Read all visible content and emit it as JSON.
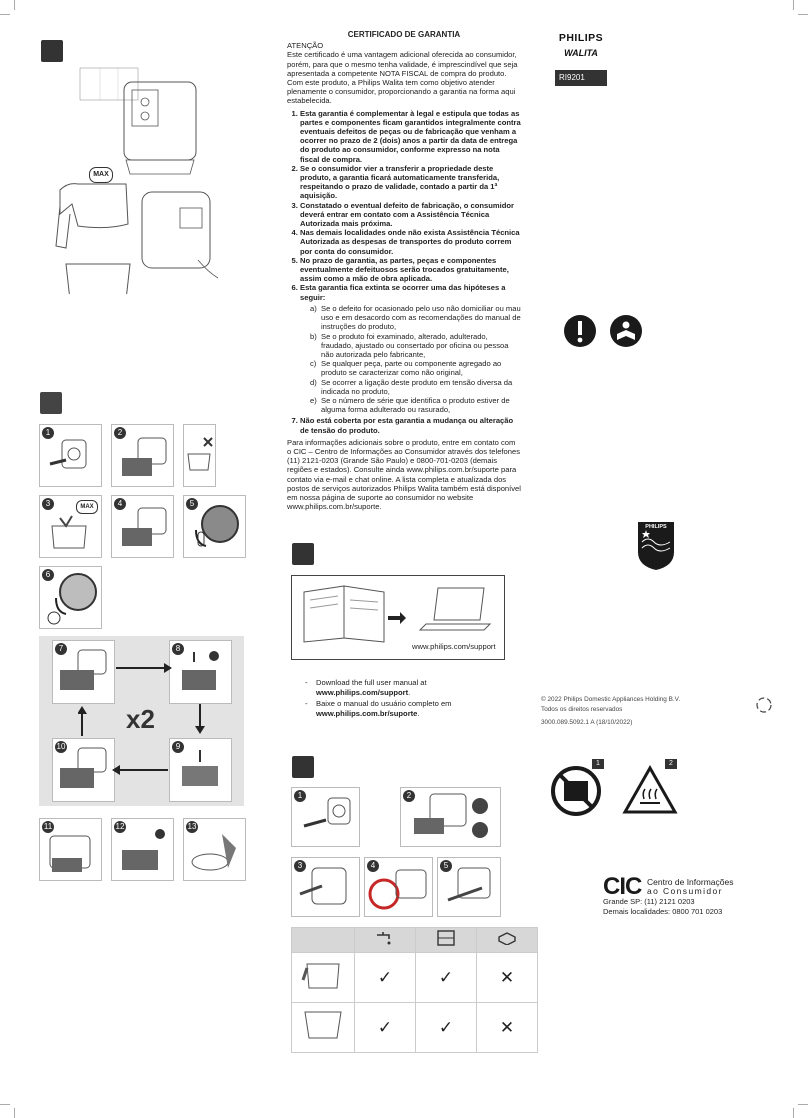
{
  "certificate": {
    "title": "CERTIFICADO DE GARANTIA",
    "attention": "ATENÇÃO",
    "intro": "Este certificado é uma vantagem adicional oferecida ao consumidor, porém, para que o mesmo tenha validade, é imprescindível que seja apresentada a competente NOTA FISCAL de compra do produto. Com este produto, a Philips Walita tem como objetivo atender plenamente o consumidor, proporcionando a garantia na forma aqui estabelecida.",
    "items": [
      "Esta garantia é complementar à legal e estipula que todas as partes e componentes ficam garantidos integralmente contra eventuais defeitos de peças ou de fabricação que venham a ocorrer no prazo de 2 (dois) anos a partir da data de entrega do produto ao consumidor, conforme expresso na nota fiscal de compra.",
      "Se o consumidor vier a transferir a propriedade deste produto, a garantia ficará automaticamente transferida, respeitando o prazo de validade, contado a partir da 1ª aquisição.",
      "Constatado o eventual defeito de fabricação, o consumidor deverá entrar em contato com a Assistência Técnica Autorizada mais próxima.",
      "Nas demais localidades onde não exista Assistência Técnica Autorizada as despesas de transportes do produto correm por conta do consumidor.",
      "No prazo de garantia, as partes, peças e componentes eventualmente defeituosos serão trocados gratuitamente, assim como a mão de obra aplicada.",
      "Esta garantia fica extinta se ocorrer uma das hipóteses a seguir:",
      "Não está coberta por esta garantia a mudança ou alteração de tensão do produto."
    ],
    "subitems": [
      {
        "letter": "a)",
        "text": "Se o defeito for ocasionado pelo uso não domiciliar ou mau uso e em desacordo com as recomendações do manual de instruções do produto,"
      },
      {
        "letter": "b)",
        "text": "Se o produto foi examinado, alterado, adulterado, fraudado, ajustado ou consertado por oficina ou pessoa não autorizada pelo fabricante,"
      },
      {
        "letter": "c)",
        "text": "Se qualquer peça, parte ou componente agregado ao produto se caracterizar como não original,"
      },
      {
        "letter": "d)",
        "text": "Se ocorrer a ligação deste produto em tensão diversa da indicada no produto,"
      },
      {
        "letter": "e)",
        "text": "Se o número de série que identifica o produto estiver de alguma forma adulterado ou rasurado,"
      }
    ],
    "footer": "Para informações adicionais sobre o produto, entre em contato com o CIC – Centro de Informações ao Consumidor através dos telefones (11) 2121-0203 (Grande São Paulo) e 0800-701-0203 (demais regiões e estados). Consulte ainda www.philips.com.br/suporte para contato via e-mail e chat online. A lista completa e atualizada dos postos de serviços autorizados Philips Walita também está disponível em nossa página de suporte ao consumidor no website www.philips.com.br/suporte."
  },
  "brand": {
    "name": "PHILIPS",
    "sub": "WALITA",
    "model": "RI9201",
    "shield_label": "PHILIPS"
  },
  "download": {
    "url_caption": "www.philips.com/support",
    "line1_prefix": "Download the full user manual at",
    "line1_url": "www.philips.com/support",
    "line2_prefix": "Baixe o manual do usuário completo em",
    "line2_url": "www.philips.com.br/suporte",
    "dash": "-"
  },
  "copyright": {
    "line1": "© 2022 Philips Domestic Appliances Holding B.V.",
    "line2": "Todos os direitos reservados",
    "line3": "3000.089.5092.1 A   (18/10/2022)"
  },
  "cic": {
    "logo": "CIC",
    "name1": "Centro de Informações",
    "name2": "ao Consumidor",
    "phone1": "Grande SP: (11) 2121 0203",
    "phone2": "Demais localidades: 0800 701 0203"
  },
  "steps": {
    "x2": "x2",
    "max": "MAX",
    "n1": "1",
    "n2": "2",
    "n3": "3",
    "n4": "4",
    "n5": "5",
    "n6": "6",
    "n7": "7",
    "n8": "8",
    "n9": "9",
    "n10": "10",
    "n11": "11",
    "n12": "12",
    "n13": "13"
  },
  "cleaning_table": {
    "rows": [
      {
        "c1": "✓",
        "c2": "✓",
        "c3": "✕"
      },
      {
        "c1": "✓",
        "c2": "✓",
        "c3": "✕"
      }
    ]
  },
  "warning_labels": {
    "w1": "1",
    "w2": "2"
  },
  "colors": {
    "dark": "#333333",
    "gray_panel": "#e3e3e3",
    "red_accent": "#c62828",
    "brand_blue": "#1a1a1a"
  }
}
